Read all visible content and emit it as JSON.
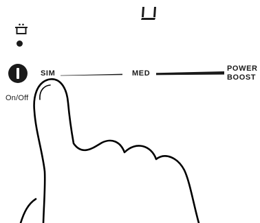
{
  "display": {
    "digit": "u"
  },
  "panel": {
    "icons": {
      "cookware": "pot-icon",
      "zone_indicator": "dot-icon",
      "power": "power-button-icon"
    },
    "on_off_label": "On/Off",
    "levels": {
      "low": "SIM",
      "mid": "MED",
      "high_line1": "POWER",
      "high_line2": "BOOST"
    }
  },
  "colors": {
    "ink": "#1a1a1a",
    "background": "#ffffff"
  }
}
